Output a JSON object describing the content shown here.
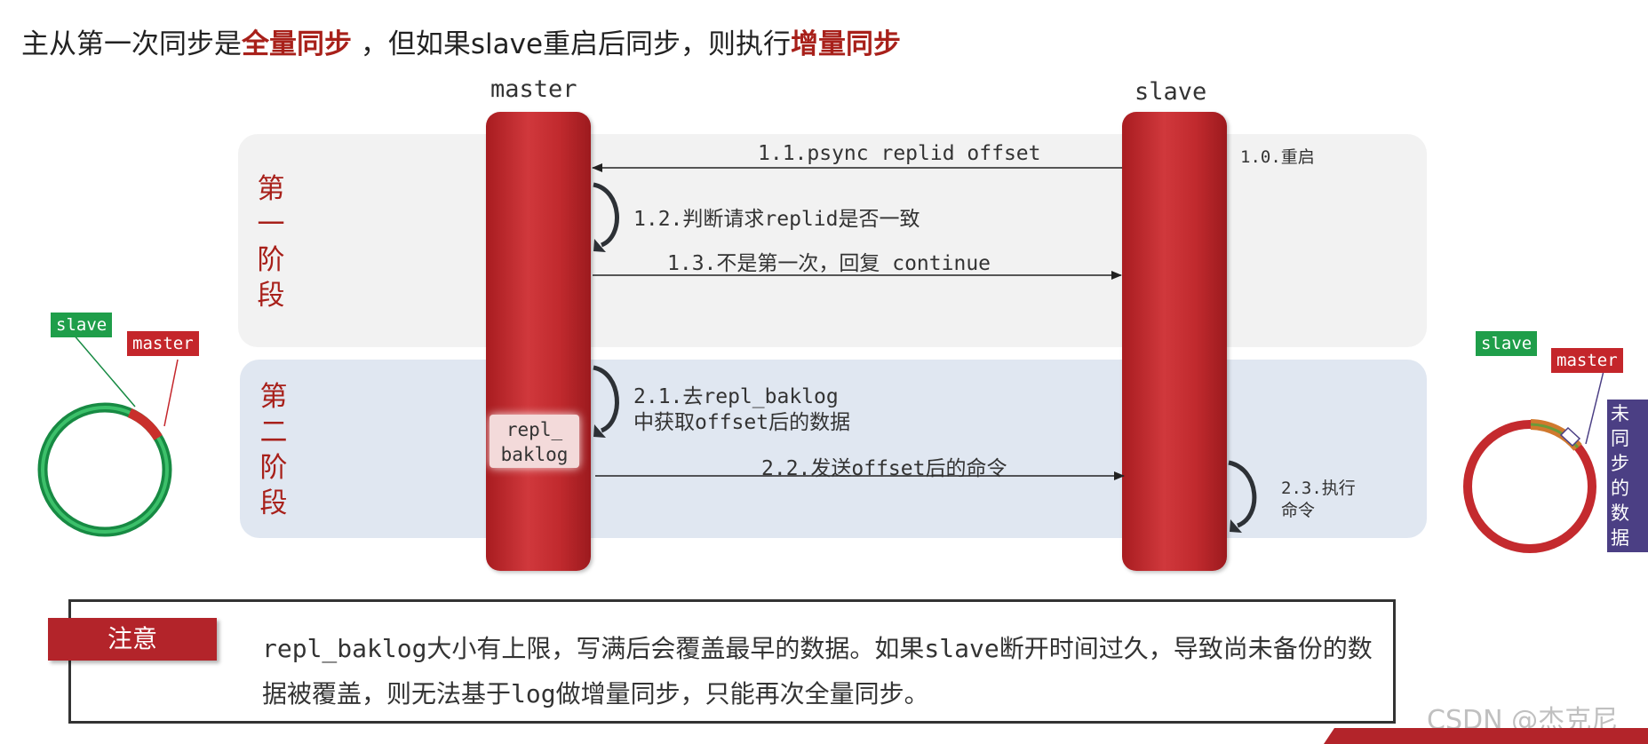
{
  "title": {
    "part1": "主从第一次同步是",
    "hl1": "全量同步",
    "part2": " ，但如果slave重启后同步，则执行",
    "hl2": "增量同步"
  },
  "actors": {
    "master": "master",
    "slave": "slave"
  },
  "phases": {
    "phase1": [
      "第",
      "一",
      "阶",
      "段"
    ],
    "phase2": [
      "第",
      "二",
      "阶",
      "段"
    ]
  },
  "messages": {
    "m1_0": "1.0.重启",
    "m1_1": "1.1.psync replid offset",
    "m1_2": "1.2.判断请求replid是否一致",
    "m1_3": "1.3.不是第一次，回复 continue",
    "m2_1_line1": "2.1.去repl_baklog",
    "m2_1_line2": "中获取offset后的数据",
    "m2_2": "2.2.发送offset后的命令",
    "m2_3_line1": "2.3.执行",
    "m2_3_line2": "命令"
  },
  "baklog": {
    "line1": "repl_",
    "line2": "baklog"
  },
  "ring_left": {
    "slave": "slave",
    "master": "master"
  },
  "ring_right": {
    "slave": "slave",
    "master": "master",
    "unsynced": "未同步的数据"
  },
  "note": {
    "label": "注意",
    "text": "repl_baklog大小有上限，写满后会覆盖最早的数据。如果slave断开时间过久，导致尚未备份的数据被覆盖，则无法基于log做增量同步，只能再次全量同步。"
  },
  "watermark": "CSDN @杰克尼",
  "colors": {
    "accent_red": "#c4262b",
    "title_highlight": "#a8201a",
    "slave_green": "#1f9e4a",
    "unsynced_purple": "#4b3f84",
    "phase1_bg": "#f2f2f2",
    "phase2_bg": "#e0e7f1"
  }
}
